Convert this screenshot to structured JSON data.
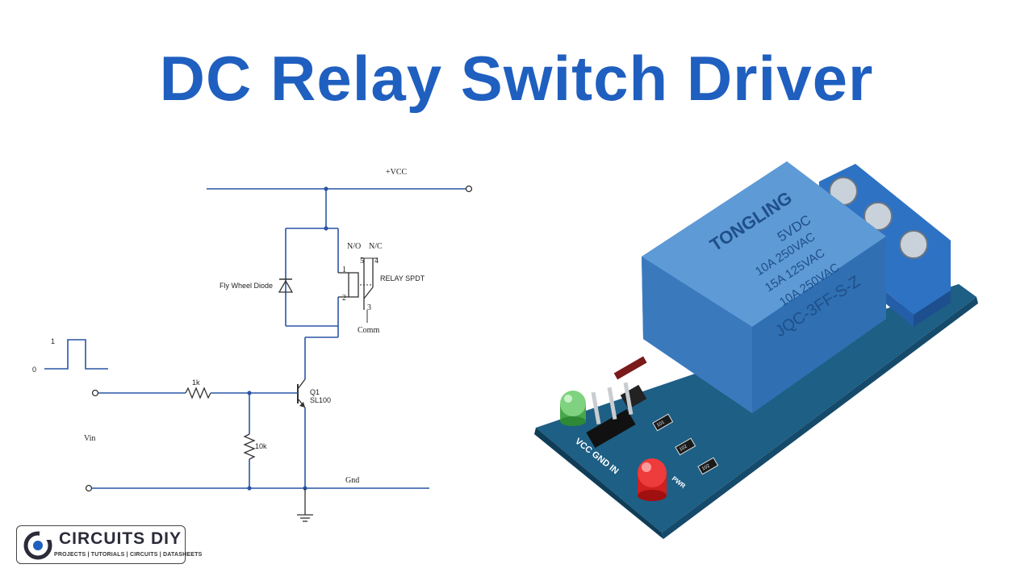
{
  "title": "DC Relay Switch Driver",
  "schematic": {
    "vcc_label": "+VCC",
    "diode_label": "Fly Wheel Diode",
    "no_label": "N/O",
    "nc_label": "N/C",
    "relay_label": "RELAY SPDT",
    "comm_label": "Comm",
    "pin1": "1",
    "pin2": "2",
    "pin3": "3",
    "pin4": "4",
    "pin5": "5",
    "transistor_ref": "Q1",
    "transistor_part": "SL100",
    "r1_label": "1k",
    "r2_label": "10k",
    "vin_label": "Vin",
    "gnd_label": "Gnd",
    "pulse_high": "1",
    "pulse_low": "0"
  },
  "relay_module": {
    "brand": "TONGLING",
    "voltage": "5VDC",
    "rating1": "10A 250VAC",
    "rating2": "15A 125VAC",
    "rating3": "10A 250VAC",
    "model": "JQC-3FF-S-Z",
    "pins": "VCC GND IN",
    "pwr": "PWR",
    "resistor_code": "102",
    "resistor_code2": "101"
  },
  "logo": {
    "name": "CIRCUITS DIY",
    "tagline": "PROJECTS | TUTORIALS | CIRCUITS | DATASHEETS"
  },
  "colors": {
    "title": "#1f5fbf",
    "wire": "#2a55a6",
    "relay_blue": "#3d7fc4",
    "pcb": "#1f6a8f",
    "terminal": "#2f73c6"
  }
}
